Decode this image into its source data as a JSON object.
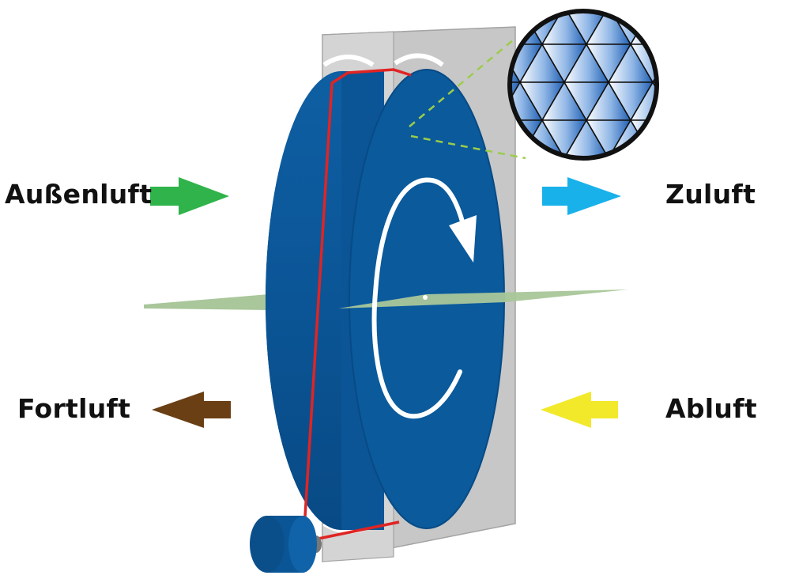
{
  "labels": {
    "outdoor_air": "Außenluft",
    "supply_air": "Zuluft",
    "exhaust_air": "Fortluft",
    "extract_air": "Abluft"
  },
  "colors": {
    "outdoor_air_arrow": "#2fb34a",
    "supply_air_arrow": "#19b1ea",
    "exhaust_air_arrow": "#6a3f14",
    "extract_air_arrow": "#f2e92b",
    "wheel_face": "#0a5a9c",
    "wheel_rim": "#0b5494",
    "casing": "#c9c9c9",
    "drive_belt": "#e02424",
    "divider_plane": "#a9c79a"
  },
  "icons": {
    "rotation": "rotation-arrow-icon",
    "motor": "motor-icon",
    "magnifier": "honeycomb-detail-icon"
  }
}
